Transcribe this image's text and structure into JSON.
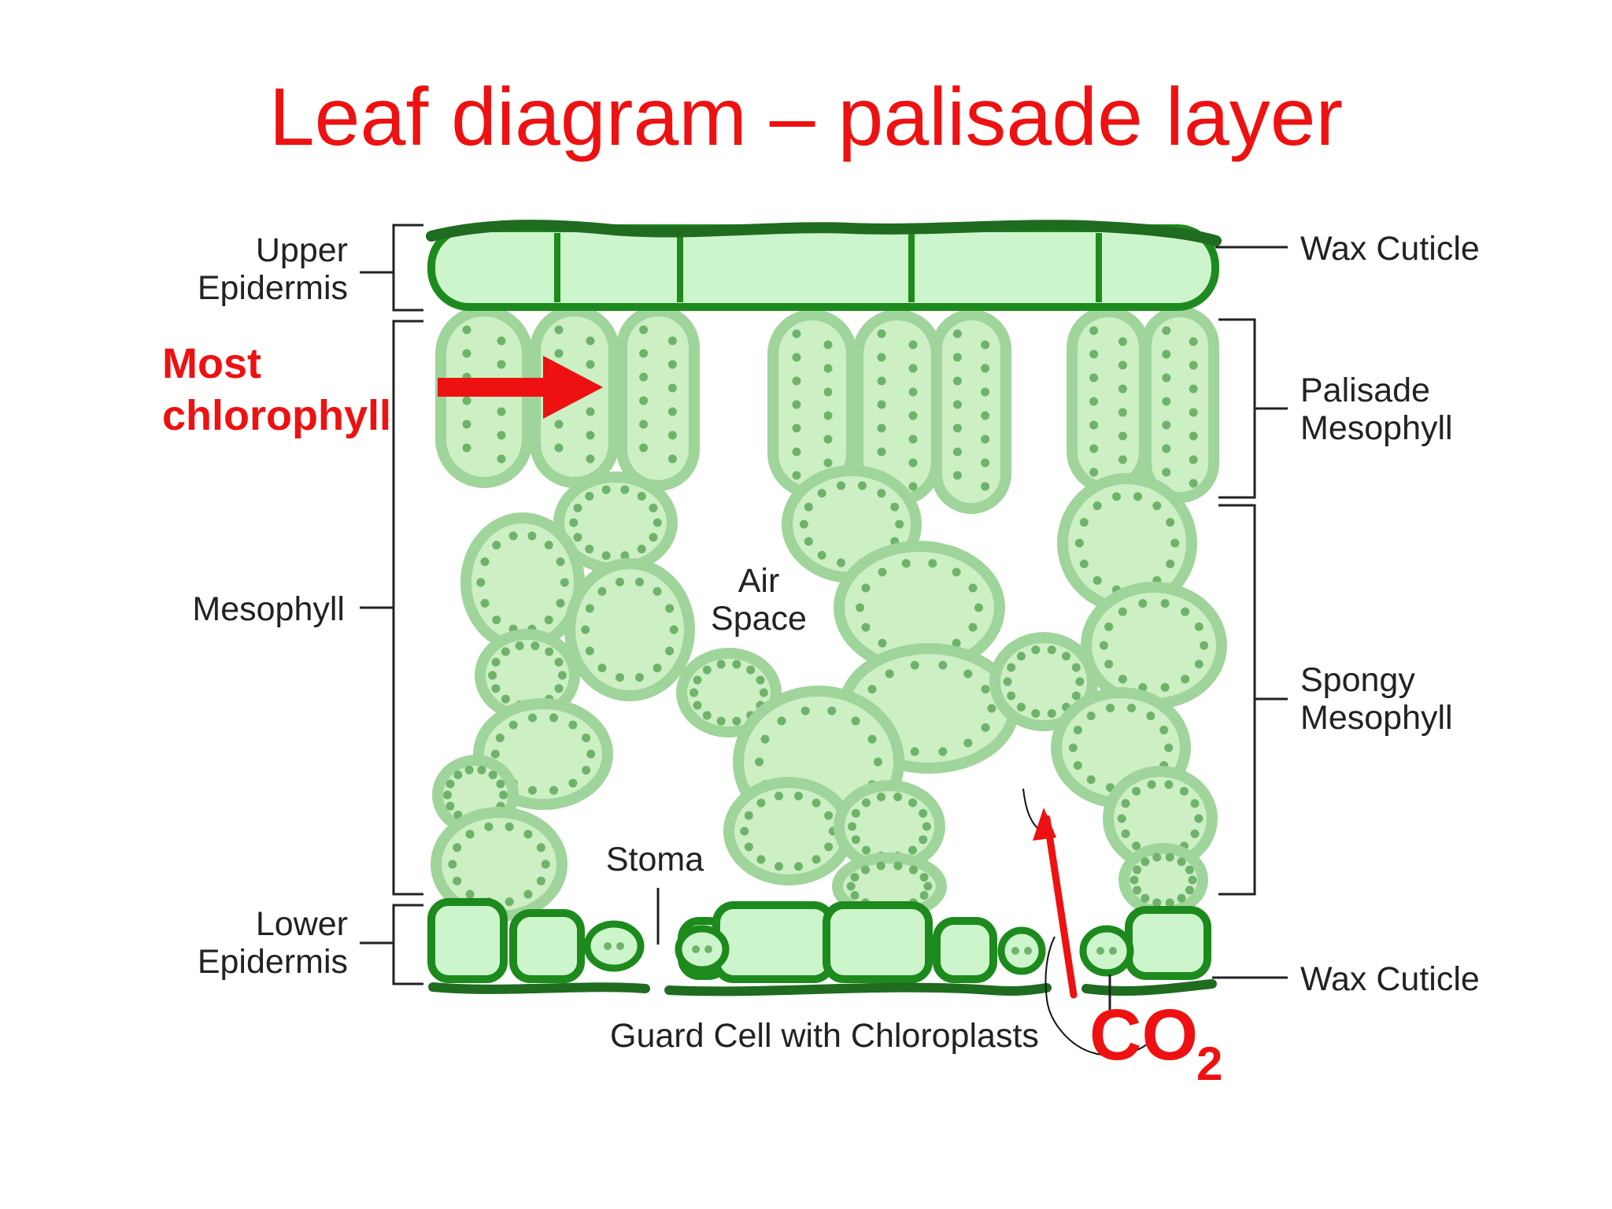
{
  "title": "Leaf diagram – palisade layer",
  "labels": {
    "upper_epidermis": [
      "Upper",
      "Epidermis"
    ],
    "mesophyll": "Mesophyll",
    "lower_epidermis": [
      "Lower",
      "Epidermis"
    ],
    "wax_cuticle_top": "Wax Cuticle",
    "palisade_mesophyll": [
      "Palisade",
      "Mesophyll"
    ],
    "spongy_mesophyll": [
      "Spongy",
      "Mesophyll"
    ],
    "wax_cuticle_bottom": "Wax Cuticle",
    "air_space": [
      "Air",
      "Space"
    ],
    "stoma": "Stoma",
    "guard_cell": "Guard Cell with Chloroplasts"
  },
  "annotations": {
    "most_chlorophyll": [
      "Most",
      "chlorophyll"
    ],
    "co2_main": "CO",
    "co2_sub": "2"
  },
  "colors": {
    "title": "#ee1111",
    "annotation": "#ee1111",
    "epidermis_fill": "#ccf5cc",
    "epidermis_stroke": "#1d8a1d",
    "cuticle": "#1f6b1f",
    "mesophyll_fill": "#ccefc4",
    "mesophyll_stroke": "#9fd49a",
    "chloroplast": "#6fb36a",
    "label_text": "#222222"
  }
}
